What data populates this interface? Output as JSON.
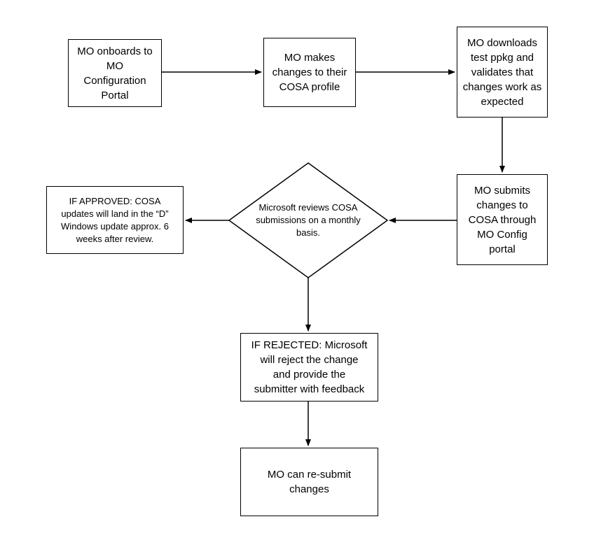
{
  "flowchart": {
    "nodes": {
      "onboard": "MO onboards to\nMO\nConfiguration\nPortal",
      "changes": "MO makes\nchanges to their\nCOSA profile",
      "download": "MO downloads\ntest ppkg and\nvalidates that\nchanges work as\nexpected",
      "submit": "MO submits\nchanges to\nCOSA through\nMO Config\nportal",
      "review": "Microsoft reviews COSA\nsubmissions on a monthly\nbasis.",
      "approved": "IF APPROVED:  COSA\nupdates will land in the “D”\nWindows update approx. 6\nweeks after review.",
      "rejected": "IF REJECTED:  Microsoft\nwill reject the change\nand provide the\nsubmitter with feedback",
      "resubmit": "MO can re-submit\nchanges"
    },
    "edges": [
      {
        "from": "onboard",
        "to": "changes"
      },
      {
        "from": "changes",
        "to": "download"
      },
      {
        "from": "download",
        "to": "submit"
      },
      {
        "from": "submit",
        "to": "review"
      },
      {
        "from": "review",
        "to": "approved"
      },
      {
        "from": "review",
        "to": "rejected"
      },
      {
        "from": "rejected",
        "to": "resubmit"
      }
    ],
    "colors": {
      "stroke": "#000000",
      "fill": "#ffffff",
      "text": "#000000"
    }
  }
}
